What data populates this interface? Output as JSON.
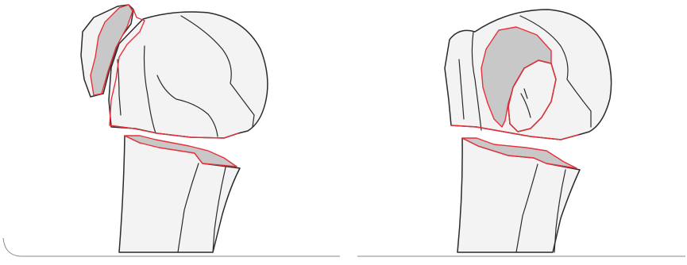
{
  "figure": {
    "panels": [
      {
        "id": "left",
        "depiction": "proximal-humerus-fracture-greater-tuberosity"
      },
      {
        "id": "right",
        "depiction": "proximal-humerus-fracture-head-split"
      }
    ],
    "colors": {
      "bone_fill": "#f3f3f3",
      "outline": "#2a2a2a",
      "fracture_edge": "#e8303a",
      "fracture_surface": "#c8c8c8",
      "frame": "#888888"
    }
  }
}
